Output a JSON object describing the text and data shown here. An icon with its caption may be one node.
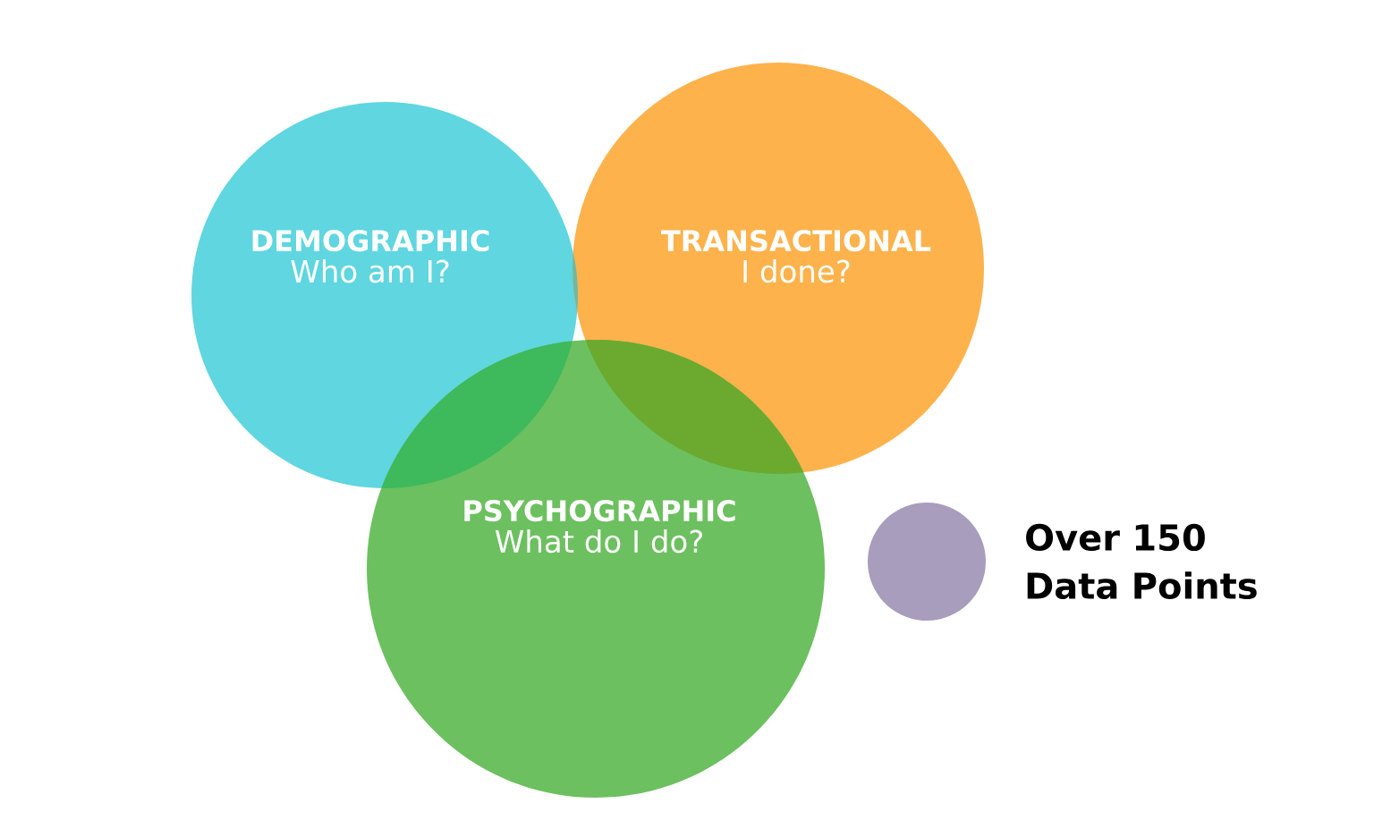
{
  "diagram": {
    "nodes": [
      {
        "text": [
          "DEMOGRAPHIC",
          "Who am I?"
        ]
      },
      {
        "text": [
          "TRANSACTIONAL",
          "I done?"
        ]
      },
      {
        "text": [
          "PSYCHOGRAPHIC",
          "What do I do?"
        ]
      },
      {
        "text": [],
        "shape": "circle",
        "beside": [
          "Over 150 Data Points"
        ]
      }
    ]
  }
}
